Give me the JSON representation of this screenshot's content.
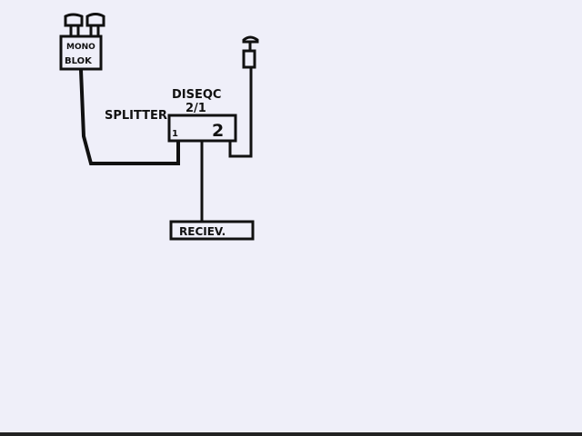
{
  "diagram": {
    "monoblock": {
      "line1": "MONO",
      "line2": "BLOK"
    },
    "switch": {
      "label": "DISEQC",
      "ratio": "2/1",
      "type_label": "SPLITTER",
      "port_1": "1",
      "port_2": "2"
    },
    "receiver": {
      "label": "RECIEV."
    },
    "colors": {
      "ink": "#111111",
      "paper": "#efeff9"
    }
  }
}
